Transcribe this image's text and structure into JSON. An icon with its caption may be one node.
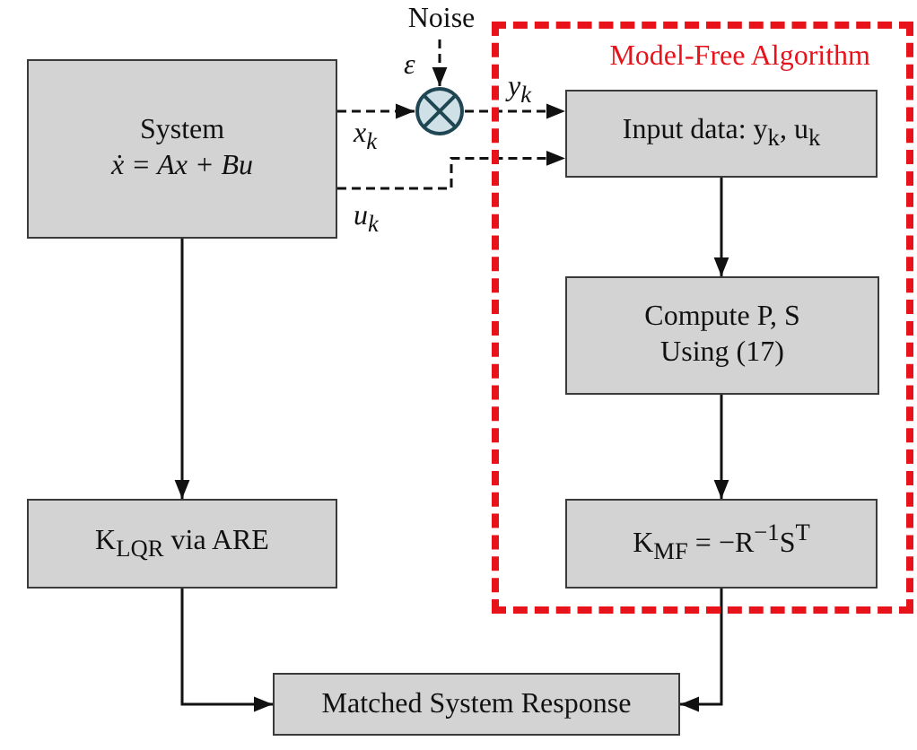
{
  "diagram": {
    "nodes": [
      {
        "text": [
          "Model-Free Algorithm"
        ]
      },
      {
        "text": [
          "System",
          "ẋ = Ax + Bu"
        ]
      },
      {
        "text": [
          "Noise"
        ]
      },
      {
        "text": [],
        "shape": "circle"
      },
      {
        "text": [
          "Input data: y$_{k}$, u$_{k}$"
        ],
        "in": 0
      },
      {
        "text": [
          "Compute P, S Using (17)"
        ],
        "in": 0
      },
      {
        "text": [
          "K$_{MF}$ = −R$^{−1}$S$^{T}$"
        ],
        "in": 0
      },
      {
        "text": [
          "K$_{LQR}$ via ARE"
        ]
      },
      {
        "text": [
          "Matched System Response"
        ]
      }
    ],
    "edges": [
      {
        "from": 1,
        "to": 3,
        "arrow": "to",
        "style": "dashed",
        "label": "x$_{k}$"
      },
      {
        "from": 2,
        "to": 3,
        "arrow": "to",
        "style": "dashed",
        "label": "ε"
      },
      {
        "from": 3,
        "to": 4,
        "arrow": "to",
        "style": "dashed",
        "label": "y$_{k}$"
      },
      {
        "from": 1,
        "to": 4,
        "arrow": "to",
        "style": "dashed",
        "label": "u$_{k}$"
      },
      {
        "from": 4,
        "to": 5,
        "arrow": "to"
      },
      {
        "from": 5,
        "to": 6,
        "arrow": "to"
      },
      {
        "from": 1,
        "to": 7,
        "arrow": "to"
      },
      {
        "from": 7,
        "to": 8,
        "arrow": "to"
      },
      {
        "from": 6,
        "to": 8,
        "arrow": "to"
      }
    ]
  }
}
